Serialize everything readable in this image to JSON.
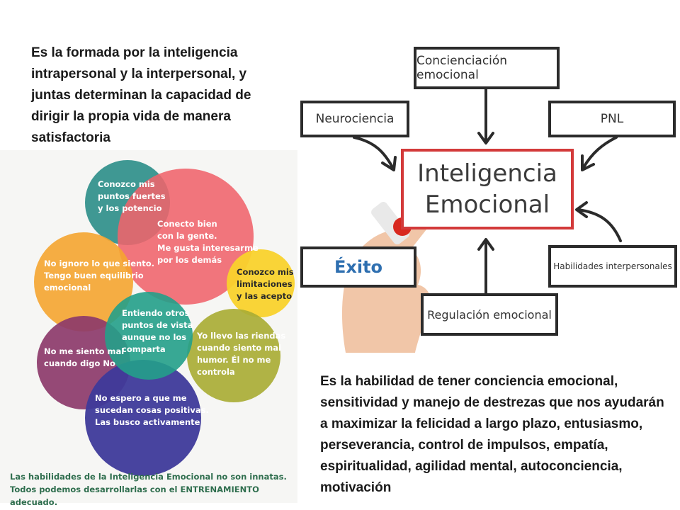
{
  "text": {
    "top_paragraph": "Es la formada por la inteligencia intrapersonal y la interpersonal, y juntas determinan la capacidad de dirigir la propia vida de manera satisfactoria",
    "bottom_paragraph": "Es la habilidad de tener conciencia emocional, sensitividad y manejo de destrezas que nos ayudarán a maximizar la felicidad a largo plazo, entusiasmo, perseverancia, control de impulsos, empatía, espiritualidad, agilidad mental, autoconciencia, motivación"
  },
  "circles": [
    {
      "label": "Conozco mis\n puntos fuertes\ny los potencio",
      "color": "#2f8f8a"
    },
    {
      "label": "Conecto bien\ncon la gente.\nMe gusta interesarme\npor los demás",
      "color": "#f0636b"
    },
    {
      "label": "No ignoro lo que siento.\nTengo buen equilibrio\nemocional",
      "color": "#f5a530"
    },
    {
      "label": "Conozco mis\nlimitaciones\ny las acepto",
      "color": "#f9d22c"
    },
    {
      "label": "Entiendo otros\npuntos de vista\naunque no los\ncomparta",
      "color": "#23a08a"
    },
    {
      "label": "Yo llevo las riendas\ncuando siento mal\nhumor. Él no me\ncontrola",
      "color": "#a9ad35"
    },
    {
      "label": "No me siento mal\ncuando digo No",
      "color": "#8c3a6a"
    },
    {
      "label": "No espero a que me\nsucedan cosas positivas.\nLas busco activamente",
      "color": "#3e3a9a"
    }
  ],
  "footer_note": "Las habilidades de la Inteligencia Emocional no son innatas.\nTodos podemos desarrollarlas con el ENTRENAMIENTO adecuado.",
  "flow": {
    "center": "Inteligencia\nEmocional",
    "top": "Concienciación emocional",
    "left_top": "Neurociencia",
    "right_top": "PNL",
    "left_bottom": "Éxito",
    "right_bottom": "Habilidades interpersonales",
    "bottom": "Regulación emocional",
    "center_border_color": "#d33a3a",
    "exito_color": "#2e6fb0"
  }
}
